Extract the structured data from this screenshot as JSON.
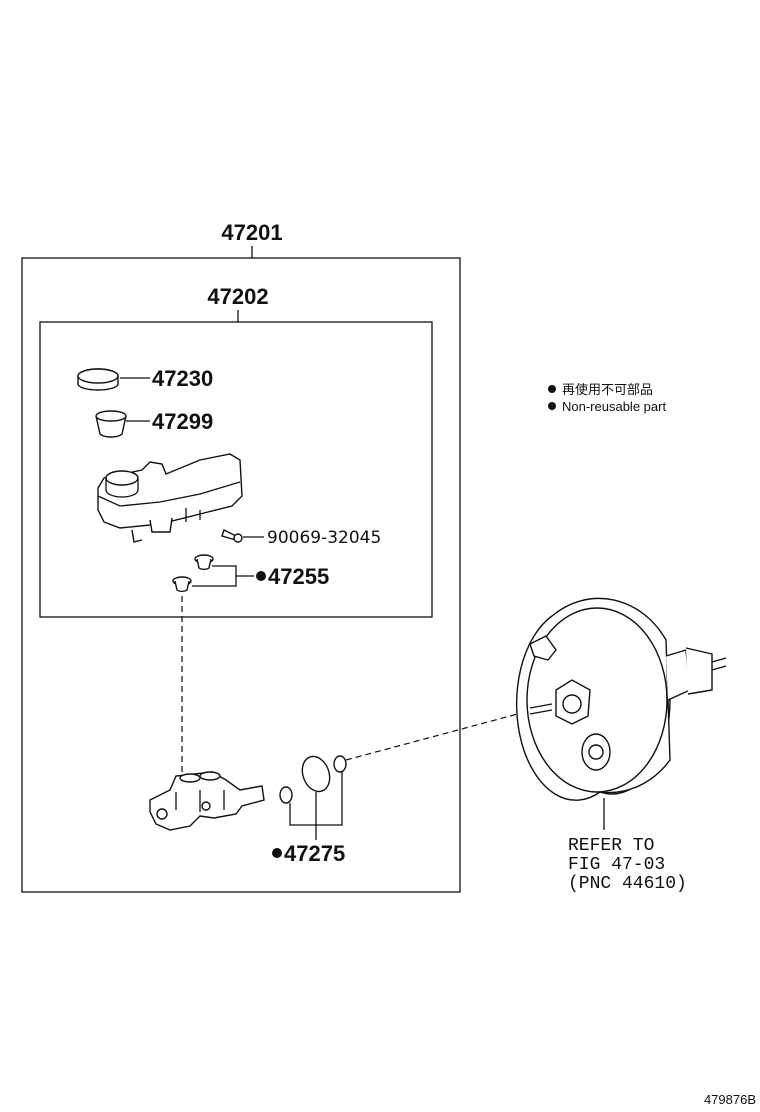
{
  "parts": {
    "assembly": "47201",
    "reservoir_sub": "47202",
    "cap": "47230",
    "strainer": "47299",
    "screw": "90069-32045",
    "grommet": "47255",
    "oring": "47275"
  },
  "legend": {
    "jp": "再使用不可部品",
    "en": "Non-reusable part"
  },
  "refer": {
    "line1": "REFER TO",
    "line2": "FIG 47-03",
    "line3": "(PNC 44610)"
  },
  "figure_id": "479876B"
}
